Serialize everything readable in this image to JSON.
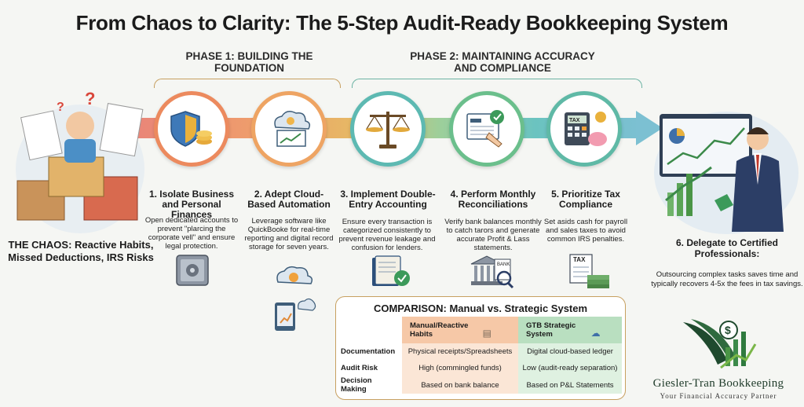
{
  "title": "From Chaos to Clarity: The 5-Step Audit-Ready Bookkeeping System",
  "phases": [
    {
      "label": "PHASE 1: BUILDING THE FOUNDATION"
    },
    {
      "label": "PHASE 2: MAINTAINING ACCURACY AND COMPLIANCE"
    }
  ],
  "chaos": {
    "label": "THE CHAOS: Reactive Habits, Missed Deductions, IRS Risks"
  },
  "steps": [
    {
      "title": "1. Isolate Business and Personal Finances",
      "desc": "Open dedicated accounts to prevent \"plarcing the corporate vell\" and ensure legal protection.",
      "ring_color": "#ec8a5e"
    },
    {
      "title": "2. Adept Cloud-Based Automation",
      "desc": "Leverage software like QuickBooke for real-time reporting and digital record storage for seven years.",
      "ring_color": "#eea463"
    },
    {
      "title": "3. Implement Double-Entry Accounting",
      "desc": "Ensure every transaction is categorized consistently to prevent revenue leakage and confusion for lenders.",
      "ring_color": "#5db9b2"
    },
    {
      "title": "4. Perform Monthly Reconciliations",
      "desc": "Verify bank balances monthly to catch tarors and generate accurate Profit & Lass statements.",
      "ring_color": "#6bbf8c"
    },
    {
      "title": "5. Prioritize Tax Compliance",
      "desc": "Set asids cash for payroll and sales taxes to avoid common IRS penalties.",
      "ring_color": "#5fb9a6"
    }
  ],
  "delegate": {
    "title": "6. Delegate to Certified Professionals:",
    "desc": "Outsourcing complex tasks saves time and typically recovers 4-5x the fees in tax savings."
  },
  "comparison": {
    "title": "COMPARISON: Manual vs. Strategic System",
    "col_manual": "Manual/Reactive Habits",
    "col_gtb": "GTB Strategic System",
    "rows": [
      {
        "label": "Documentation",
        "manual": "Physical receipts/Spreadsheets",
        "gtb": "Digital cloud-based ledger"
      },
      {
        "label": "Audit Risk",
        "manual": "High (commingled funds)",
        "gtb": "Low (audit-ready separation)"
      },
      {
        "label": "Decision Making",
        "manual": "Based on bank balance",
        "gtb": "Based on P&L Statements"
      }
    ]
  },
  "brand": {
    "name": "Giesler-Tran Bookkeeping",
    "tagline": "Your Financial Accuracy Partner"
  },
  "icons": {
    "tax_doc": "TAX",
    "bank_doc": "BANK"
  },
  "colors": {
    "orange": "#eb8d63",
    "teal": "#5db9b2",
    "green": "#3c8a4a",
    "navy": "#2c3e66"
  }
}
